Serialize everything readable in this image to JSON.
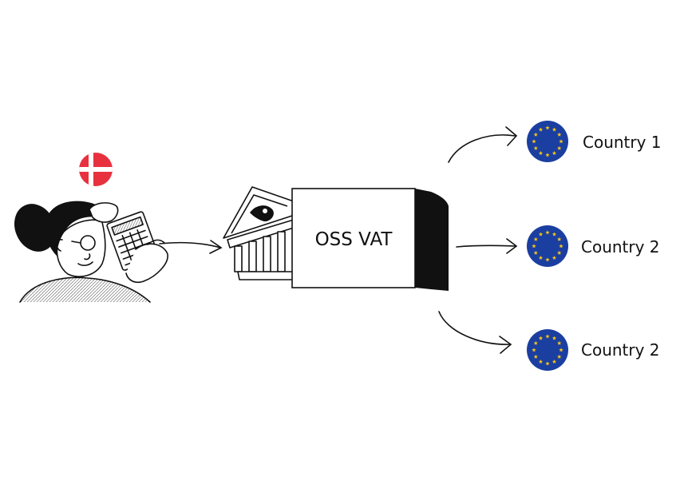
{
  "center_box": {
    "label": "OSS VAT"
  },
  "origin": {
    "flag": "denmark-flag",
    "figure": "person-with-calculator"
  },
  "destinations": [
    {
      "label": "Country 1",
      "flag": "eu-flag"
    },
    {
      "label": "Country 2",
      "flag": "eu-flag"
    },
    {
      "label": "Country 2",
      "flag": "eu-flag"
    }
  ],
  "colors": {
    "denmark_red": "#e8313f",
    "eu_blue": "#1b3fa0",
    "eu_star": "#f5c518",
    "ink": "#111111"
  }
}
